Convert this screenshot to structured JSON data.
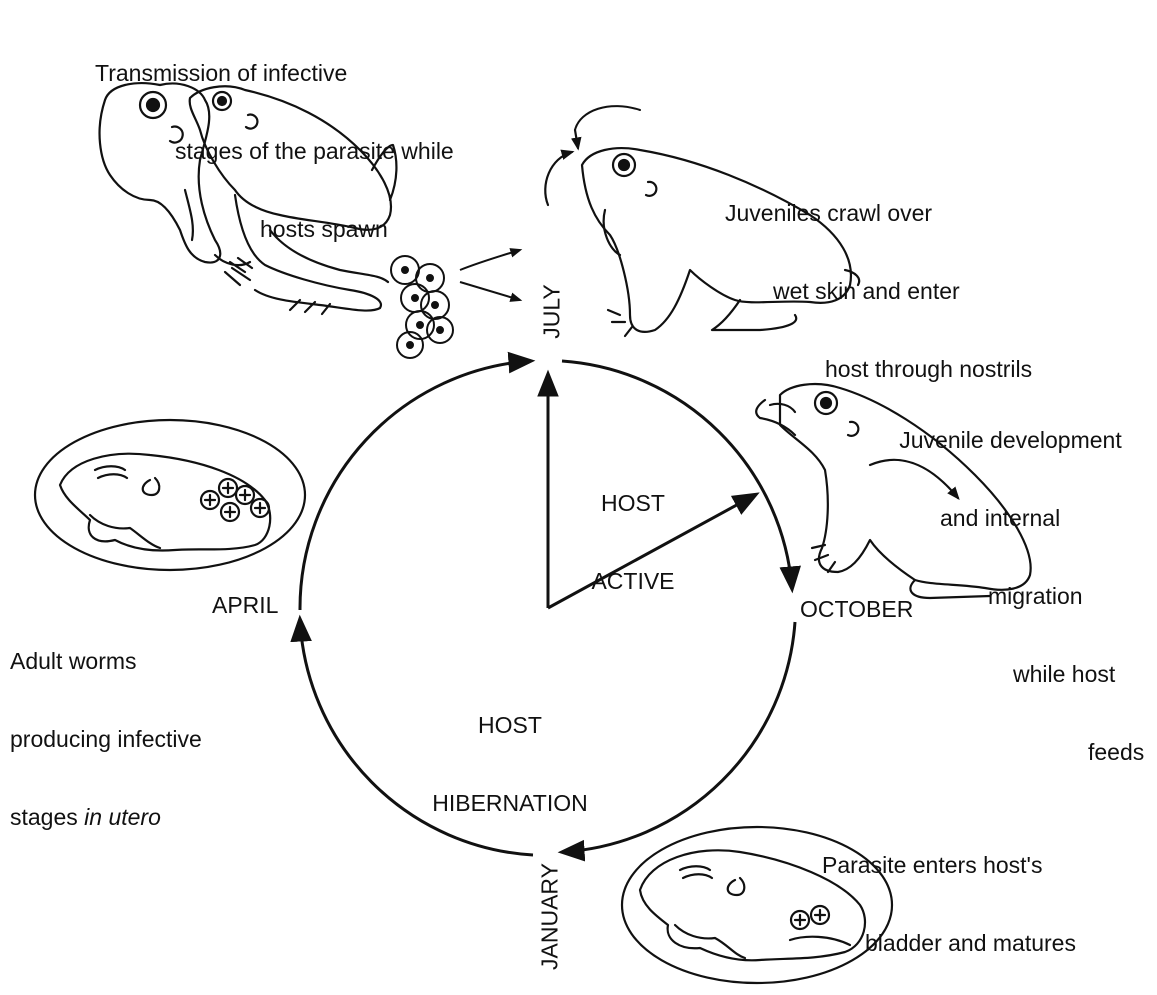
{
  "diagram": {
    "months": {
      "july": "JULY",
      "october": "OCTOBER",
      "january": "JANUARY",
      "april": "APRIL"
    },
    "phases": {
      "active_line1": "HOST",
      "active_line2": "ACTIVE",
      "hibernation_line1": "HOST",
      "hibernation_line2": "HIBERNATION"
    },
    "captions": {
      "transmission": [
        "Transmission of infective",
        "stages of the parasite while",
        "hosts spawn"
      ],
      "juveniles_crawl": [
        "Juveniles crawl over",
        "wet skin and enter",
        "host through nostrils"
      ],
      "juvenile_dev": [
        "Juvenile development",
        "and internal",
        "migration",
        "while host",
        "feeds"
      ],
      "enters_bladder": [
        "Parasite enters host's",
        "bladder and matures"
      ],
      "adult_worms_line1": "Adult worms",
      "adult_worms_line2": "producing infective",
      "adult_worms_line3_plain": "stages ",
      "adult_worms_line3_italic": "in utero"
    }
  }
}
